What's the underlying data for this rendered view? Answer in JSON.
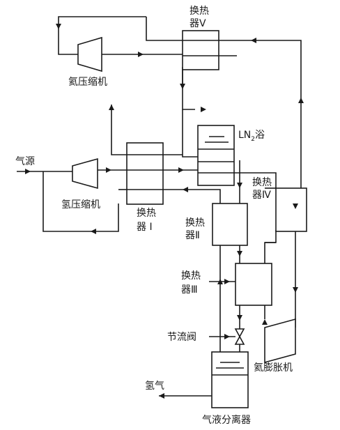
{
  "labels": {
    "hx5_line1": "换热",
    "hx5_line2": "器V",
    "he_compressor": "氦压缩机",
    "ln2_bath_pre": "LN",
    "ln2_bath_sub": "2",
    "ln2_bath_post": "浴",
    "gas_source": "气源",
    "h2_compressor": "氢压缩机",
    "hx1_line1": "换热",
    "hx1_line2": "器 I",
    "hx2_line1": "换热",
    "hx2_line2": "器Ⅱ",
    "hx4_line1": "换热",
    "hx4_line2": "器Ⅳ",
    "hx3_line1": "换热",
    "hx3_line2": "器Ⅲ",
    "throttle_valve": "节流阀",
    "he_expander": "氦膨胀机",
    "hydrogen_gas": "氢气",
    "gas_liquid_separator": "气液分离器"
  }
}
